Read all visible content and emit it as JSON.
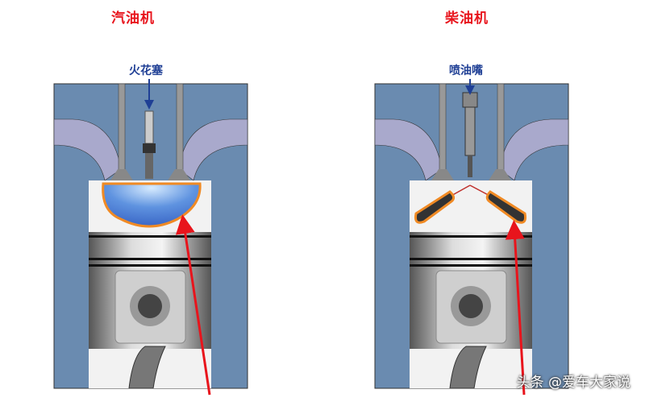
{
  "left": {
    "title": "汽油机",
    "label": "火花塞"
  },
  "right": {
    "title": "柴油机",
    "label": "喷油嘴"
  },
  "watermark": "头条 @爱车大家说",
  "colors": {
    "block": "#6a8bb0",
    "port": "#a9a9cc",
    "title": "#e8141c",
    "label": "#1f3f95",
    "flame": "#f08a24",
    "arrow": "#e8141c"
  }
}
